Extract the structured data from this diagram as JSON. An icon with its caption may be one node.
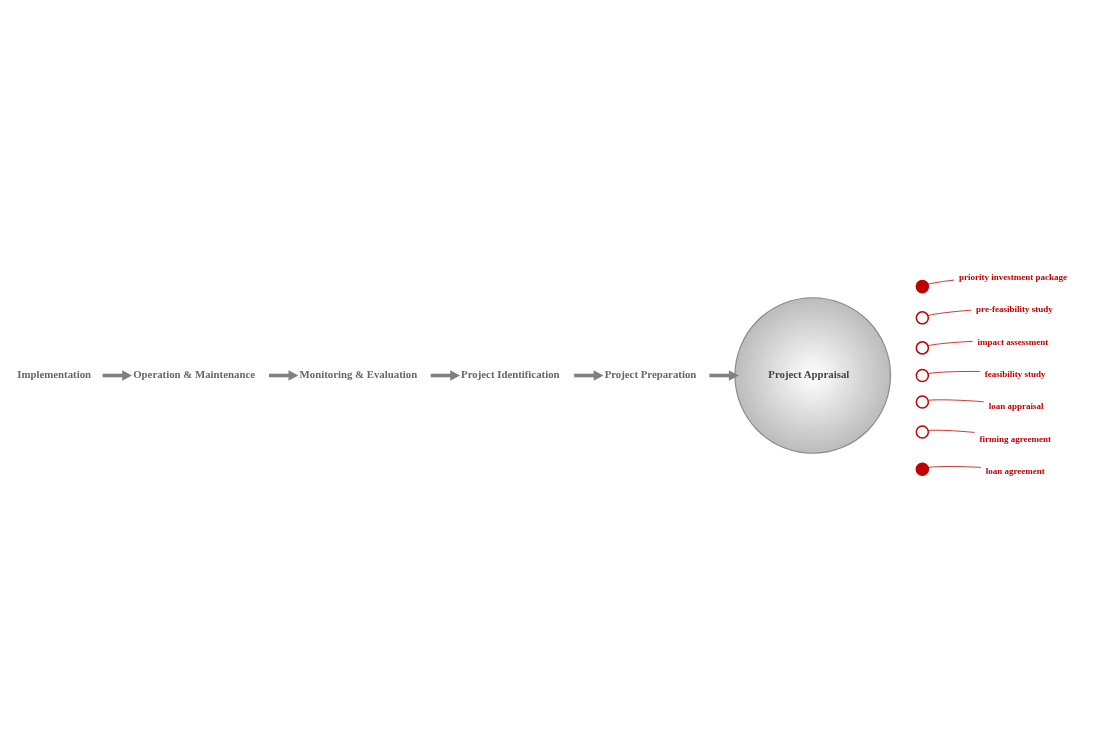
{
  "diagram": {
    "nodes": [
      {
        "text": [
          "Project Identification"
        ]
      },
      {
        "text": [
          "Monitoring & Evaluation"
        ]
      },
      {
        "text": [
          "Project Preparation"
        ]
      },
      {
        "text": [
          "Project Appraisal"
        ]
      },
      {
        "text": [],
        "shape": "circle"
      },
      {
        "text": [
          "priority investment package"
        ]
      },
      {
        "text": [],
        "shape": "circle"
      },
      {
        "text": [
          "pre-feasibility study"
        ]
      },
      {
        "text": [],
        "shape": "circle"
      },
      {
        "text": [
          "impact assessment"
        ]
      },
      {
        "text": [],
        "shape": "circle"
      },
      {
        "text": [
          "feasibility study"
        ]
      },
      {
        "text": [],
        "shape": "circle"
      },
      {
        "text": [
          "loan appraisal"
        ]
      },
      {
        "text": [],
        "shape": "circle"
      },
      {
        "text": [
          "firming agreement"
        ]
      },
      {
        "text": [],
        "shape": "circle"
      },
      {
        "text": [
          "loan agreement"
        ]
      },
      {
        "text": [
          "Operation & Maintenance"
        ]
      },
      {
        "text": [
          "Implementation"
        ]
      }
    ],
    "edges": [
      {
        "from": 1,
        "to": 0,
        "arrow": "to",
        "style": "thick",
        "color": "#808080"
      },
      {
        "from": 0,
        "to": 2,
        "arrow": "to",
        "style": "thick",
        "color": "#808080"
      },
      {
        "from": 2,
        "to": 3,
        "arrow": "to",
        "style": "thick",
        "color": "#808080"
      },
      {
        "from": 5,
        "to": 4,
        "arrow": "none"
      },
      {
        "from": 7,
        "to": 6,
        "arrow": "none"
      },
      {
        "from": 9,
        "to": 8,
        "arrow": "none"
      },
      {
        "from": 11,
        "to": 10,
        "arrow": "none"
      },
      {
        "from": 13,
        "to": 12,
        "arrow": "none"
      },
      {
        "from": 15,
        "to": 14,
        "arrow": "none"
      },
      {
        "from": 17,
        "to": 16,
        "arrow": "none"
      },
      {
        "from": 19,
        "to": 18,
        "arrow": "to",
        "style": "thick",
        "color": "#808080"
      },
      {
        "from": 18,
        "to": 1,
        "arrow": "to",
        "style": "thick",
        "color": "#808080"
      }
    ]
  }
}
